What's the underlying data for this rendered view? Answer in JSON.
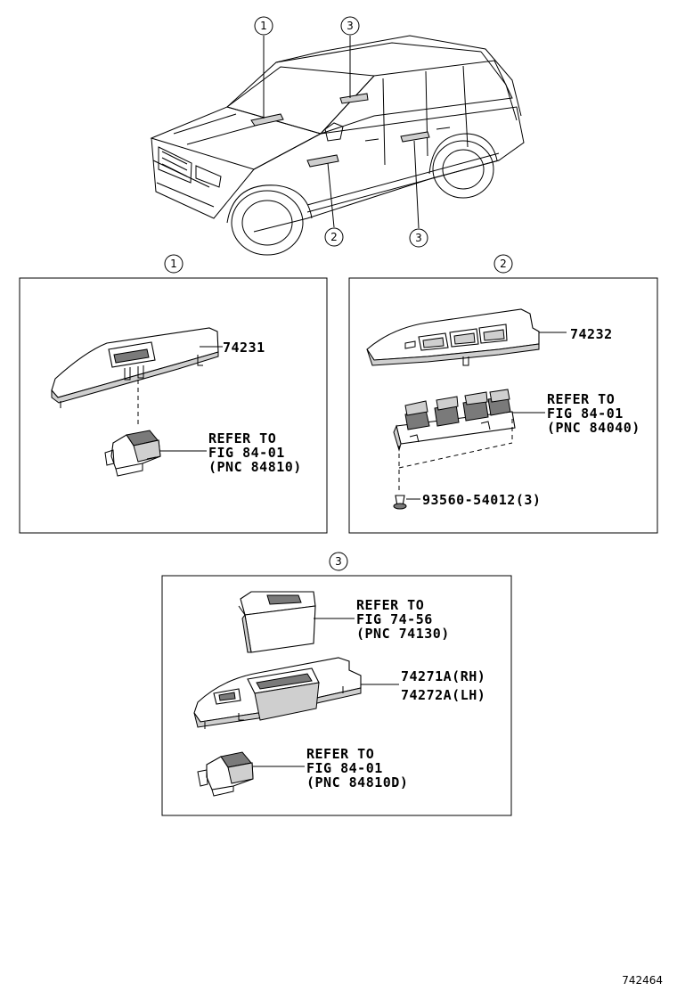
{
  "callouts": [
    "1",
    "2",
    "3"
  ],
  "car_callouts": {
    "top_left": "1",
    "top_right": "3",
    "bottom_left": "2",
    "bottom_right": "3"
  },
  "panel1": {
    "number": "1",
    "part_label": "74231",
    "refer_lines": [
      "REFER TO",
      "FIG 84-01",
      "(PNC 84810)"
    ]
  },
  "panel2": {
    "number": "2",
    "part_label": "74232",
    "refer_lines": [
      "REFER TO",
      "FIG 84-01",
      "(PNC 84040)"
    ],
    "screw_label": "93560-54012(3)"
  },
  "panel3": {
    "number": "3",
    "refer_top_lines": [
      "REFER TO",
      "FIG 74-56",
      "(PNC 74130)"
    ],
    "part_rh": "74271A(RH)",
    "part_lh": "74272A(LH)",
    "refer_bottom_lines": [
      "REFER TO",
      "FIG 84-01",
      "(PNC 84810D)"
    ]
  },
  "diagram_id": "742464"
}
